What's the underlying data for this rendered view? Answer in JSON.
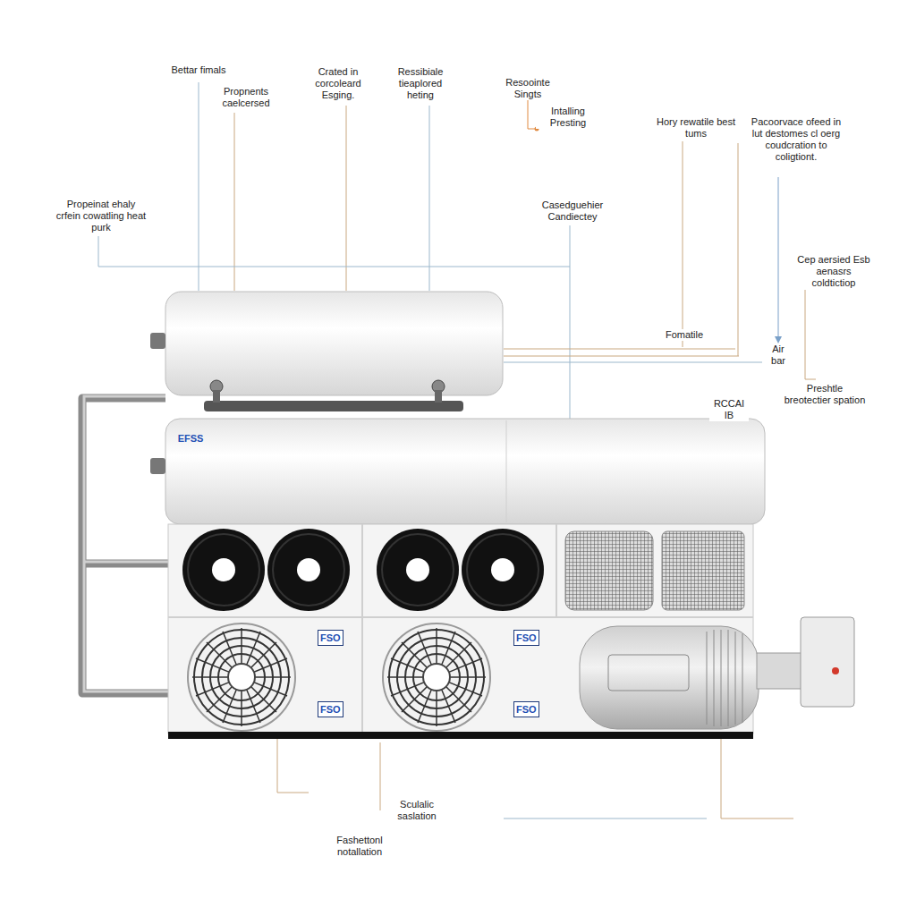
{
  "diagram": {
    "labels": [
      "Bettar fimals",
      "Propnents caelcersed",
      "Crated in corcoleard Esging.",
      "Ressibiale tieaplored heting",
      "Resoointe Singts",
      "Intalling Presting",
      "Hory rewatile best tums",
      "Pacoorvace ofeed in lut destomes cl oerg coudcration to coligtiont.",
      "Propeinat ehaly crfein cowatling heat purk",
      "Casedguehier Candiectey",
      "Cep aersied Esb aenasrs coldtictiop",
      "Fomatile",
      "Air bar",
      "RCCAI IB",
      "Preshtle breotectier spation",
      "EFSS",
      "FSO",
      "FSO",
      "FSO",
      "FSO",
      "Sculalic saslation",
      "Fashettonl notallation"
    ]
  }
}
